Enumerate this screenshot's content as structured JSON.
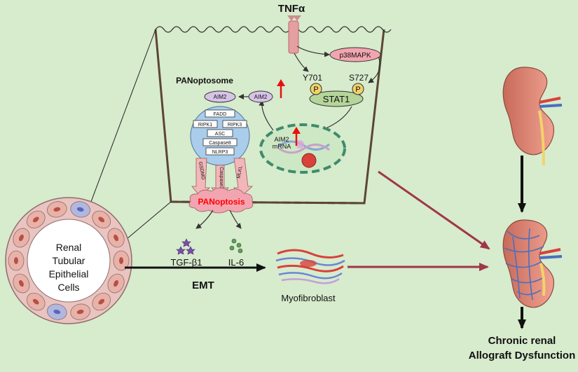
{
  "stimulus": {
    "label": "TNFα"
  },
  "signaling": {
    "kinase": "p38MAPK",
    "sites": [
      "Y701",
      "S727"
    ],
    "phospho": "P",
    "tf": "STAT1",
    "mrna_gene": "AIM2",
    "mrna_word": "mRNA",
    "protein": "AIM2"
  },
  "complex": {
    "title": "PANoptosome",
    "aim2": "AIM2",
    "components": [
      "FADD",
      "RIPK1",
      "RIPK3",
      "ASC",
      "Caspase8",
      "NLRP3"
    ],
    "effectors": [
      "GSDMD",
      "Caspase3",
      "MLKL"
    ],
    "outcome": "PANoptosis"
  },
  "cytokines": [
    "TGF-β1",
    "IL-6"
  ],
  "cells": {
    "label_lines": [
      "Renal",
      "Tubular",
      "Epithelial",
      "Cells"
    ]
  },
  "process": {
    "emt": "EMT",
    "target": "Myofibroblast"
  },
  "outcome": {
    "lines": [
      "Chronic renal",
      "Allograft Dysfunction"
    ]
  },
  "colors": {
    "background": "#d7ebcd",
    "highlight_red": "#ff0000",
    "arrow_maroon": "#9e3748",
    "stat1_green": "#b5d59a",
    "phospho_yellow": "#f2d36b",
    "complex_blue": "#a9cdeb"
  }
}
